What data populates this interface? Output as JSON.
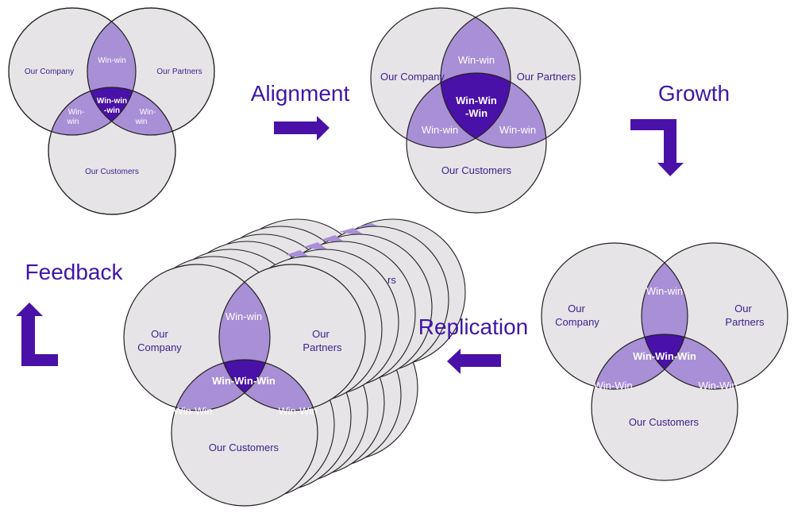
{
  "colors": {
    "circle_fill": "#e7e4e8",
    "pair_overlap": "#a98fd6",
    "center_overlap": "#4a11a8",
    "arrow": "#4a11a8",
    "text": "#3a1e8c"
  },
  "steps": {
    "alignment": "Alignment",
    "growth": "Growth",
    "replication": "Replication",
    "feedback": "Feedback"
  },
  "venn1": {
    "company": "Our Company",
    "partners": "Our Partners",
    "customers": "Our Customers",
    "top": "Win-win",
    "left_a": "Win-",
    "left_b": "win",
    "right_a": "Win-",
    "right_b": "win",
    "center_a": "Win-win",
    "center_b": "-win"
  },
  "venn2": {
    "company": "Our Company",
    "partners": "Our Partners",
    "customers": "Our Customers",
    "top": "Win-win",
    "left": "Win-win",
    "right": "Win-win",
    "center_a": "Win-Win",
    "center_b": "-Win"
  },
  "venn3": {
    "company_a": "Our",
    "company_b": "Company",
    "partners_a": "Our",
    "partners_b": "Partners",
    "customers": "Our Customers",
    "top": "Win-win",
    "left": "Win-Win",
    "right": "Win-Win",
    "center": "Win-Win-Win"
  },
  "venn4": {
    "company_a": "Our",
    "company_b": "Company",
    "partners_a": "Our",
    "partners_b": "Partners",
    "customers": "Our Customers",
    "top": "Win-win",
    "left": "Win-Win",
    "right": "Win-Win",
    "center": "Win-Win-Win",
    "stack_fragment": "rs"
  }
}
